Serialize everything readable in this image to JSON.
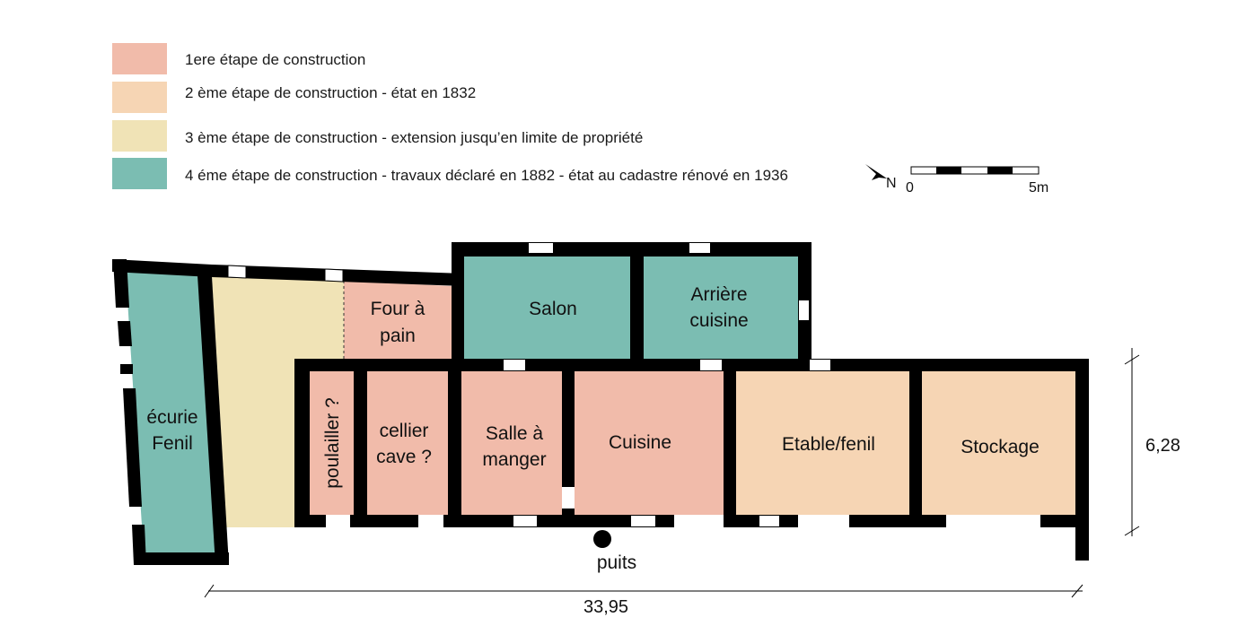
{
  "legend": [
    {
      "label": "1ere étape de construction",
      "color": "#f1bbaa"
    },
    {
      "label": "2 ème étape de construction - état en 1832",
      "color": "#f6d5b4"
    },
    {
      "label": "3 ème étape de construction - extension jusqu’en limite de propriété",
      "color": "#f0e3b6"
    },
    {
      "label": "4 éme étape de construction - travaux déclaré en 1882 - état au cadastre rénové en 1936",
      "color": "#7bbdb2"
    }
  ],
  "north": {
    "label": "N"
  },
  "scale": {
    "start": "0",
    "end": "5m"
  },
  "rooms": {
    "ecurie_line1": "écurie",
    "ecurie_line2": "Fenil",
    "four_line1": "Four à",
    "four_line2": "pain",
    "salon": "Salon",
    "arriere_line1": "Arrière",
    "arriere_line2": "cuisine",
    "poulailler": "poulailler ?",
    "cellier_line1": "cellier",
    "cellier_line2": "cave ?",
    "salle_line1": "Salle à",
    "salle_line2": "manger",
    "cuisine": "Cuisine",
    "etable": "Etable/fenil",
    "stockage": "Stockage"
  },
  "puits": "puits",
  "dimensions": {
    "width": "33,95",
    "depth": "6,28"
  }
}
